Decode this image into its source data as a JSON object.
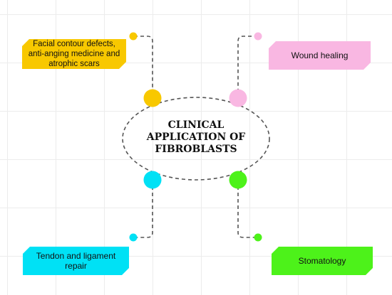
{
  "diagram": {
    "center_title": "CLINICAL APPLICATION OF FIBROBLASTS",
    "nodes": [
      {
        "id": "facial",
        "label": "Facial contour defects, anti-anging medicine and atrophic scars",
        "color": "#f8c800"
      },
      {
        "id": "wound",
        "label": "Wound healing",
        "color": "#f9b7e2"
      },
      {
        "id": "tendon",
        "label": "Tendon and ligament repair",
        "color": "#00e1f5"
      },
      {
        "id": "stomatology",
        "label": "Stomatology",
        "color": "#4df21a"
      }
    ],
    "connector_color": "#555555"
  }
}
